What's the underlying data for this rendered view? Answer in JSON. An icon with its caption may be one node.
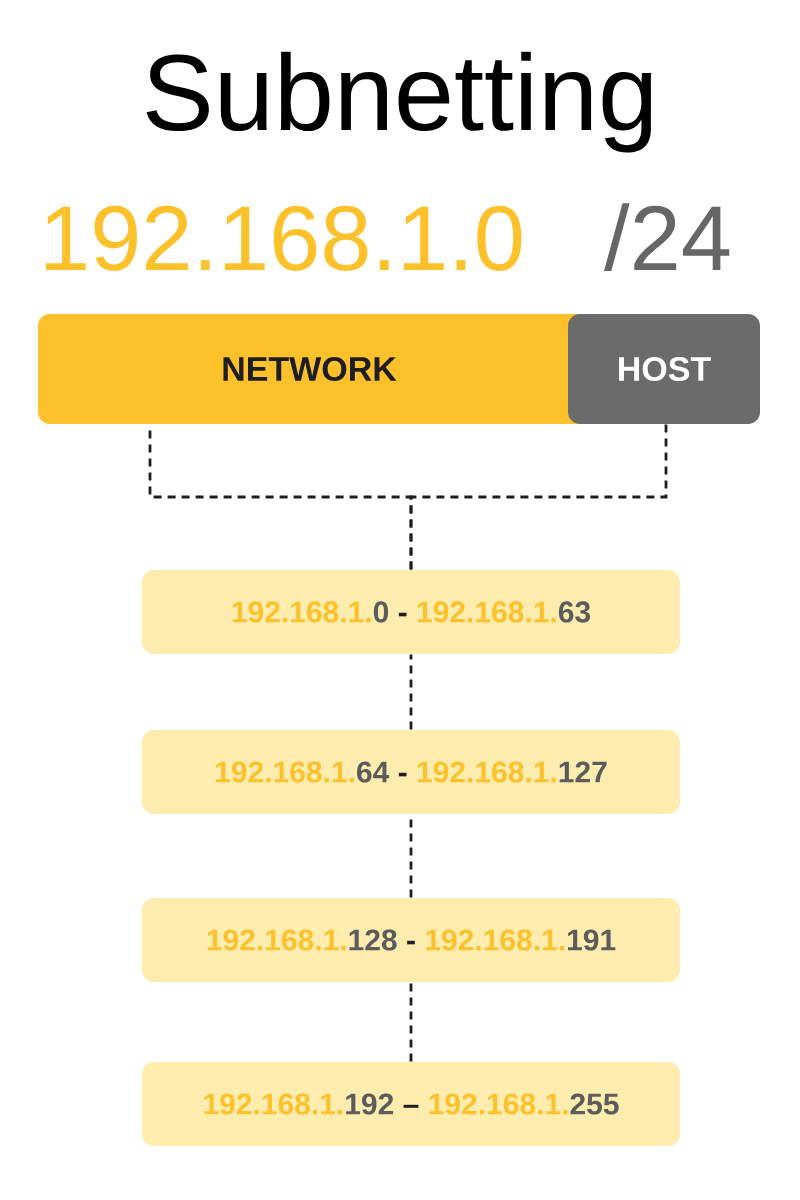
{
  "diagram": {
    "title": "Subnetting",
    "nodes": [
      {
        "text": [
          "NETWORK"
        ]
      },
      {
        "text": [
          "HOST"
        ]
      },
      {
        "text": [
          "192.168.1.0 - 192.168.1.63"
        ]
      },
      {
        "text": [
          "192.168.1.64 - 192.168.1.127"
        ]
      },
      {
        "text": [
          "192.168.1.128 - 192.168.1.191"
        ]
      },
      {
        "text": [
          "192.168.1.192 – 192.168.1.255"
        ]
      }
    ],
    "edges": [
      {
        "from": 0,
        "to": 2,
        "arrow": "none",
        "style": "dashed"
      },
      {
        "from": 1,
        "to": 2,
        "arrow": "none",
        "style": "dashed"
      },
      {
        "from": 2,
        "to": 3,
        "arrow": "none",
        "style": "dashed"
      },
      {
        "from": 3,
        "to": 4,
        "arrow": "none",
        "style": "dashed"
      },
      {
        "from": 4,
        "to": 5,
        "arrow": "none",
        "style": "dashed"
      }
    ],
    "labels": [
      "192.168.1.0",
      "/24"
    ]
  }
}
